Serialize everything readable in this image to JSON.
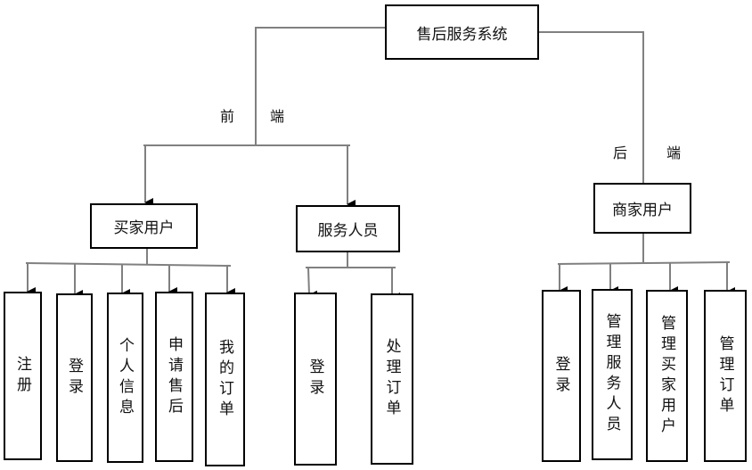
{
  "root": {
    "label": "售后服务系统"
  },
  "branch_labels": {
    "front_1": "前",
    "front_2": "端",
    "back_1": "后",
    "back_2": "端"
  },
  "modules": {
    "buyer": {
      "label": "买家用户",
      "children": [
        "注册",
        "登录",
        "个人信息",
        "申请售后",
        "我的订单"
      ]
    },
    "staff": {
      "label": "服务人员",
      "children": [
        "登录",
        "处理订单"
      ]
    },
    "merchant": {
      "label": "商家用户",
      "children": [
        "登录",
        "管理服务人员",
        "管理买家用户",
        "管理订单"
      ]
    }
  },
  "colors": {
    "connector": "#808080",
    "border": "#000000"
  }
}
